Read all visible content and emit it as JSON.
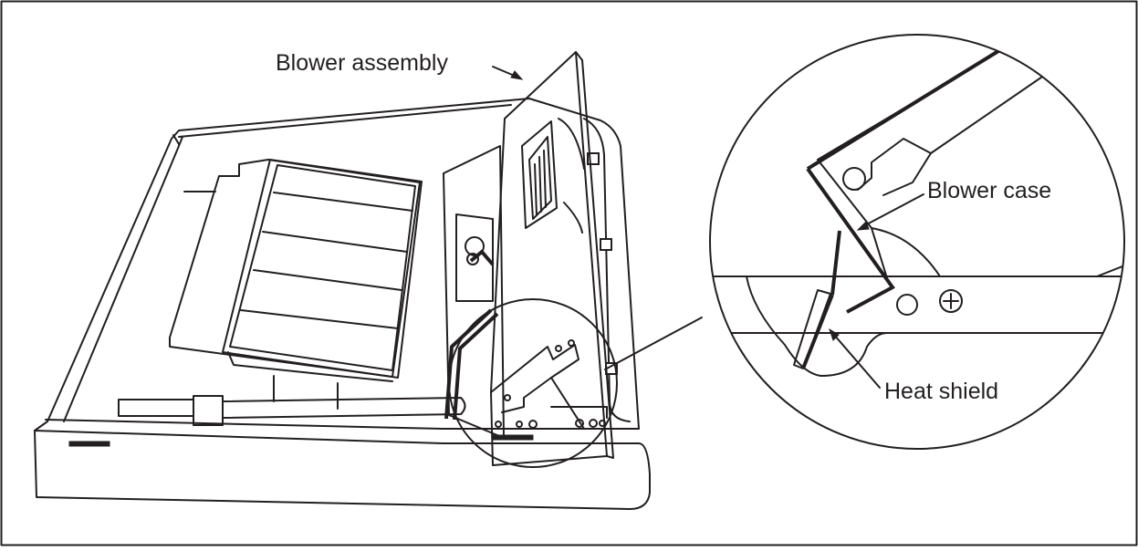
{
  "diagram": {
    "labels": {
      "blower_assembly": "Blower assembly",
      "blower_case": "Blower case",
      "heat_shield": "Heat shield"
    },
    "colors": {
      "line": "#231f20",
      "background": "#ffffff"
    }
  }
}
